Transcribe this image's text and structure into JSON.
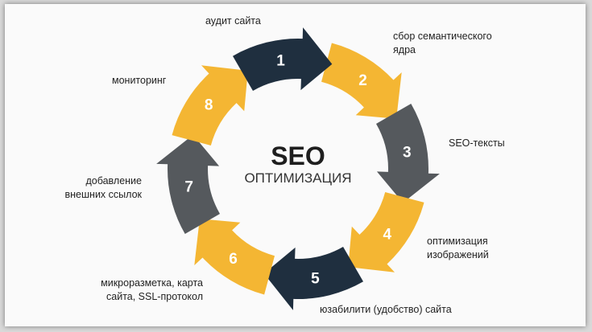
{
  "center": {
    "title": "SEO",
    "subtitle": "ОПТИМИЗАЦИЯ"
  },
  "steps": [
    {
      "num": "1",
      "label": "аудит сайта",
      "color": "#1f2f3f"
    },
    {
      "num": "2",
      "label": "сбор семантического ядра",
      "color": "#f4b633"
    },
    {
      "num": "3",
      "label": "SEO-тексты",
      "color": "#55595d"
    },
    {
      "num": "4",
      "label": "оптимизация изображений",
      "color": "#f4b633"
    },
    {
      "num": "5",
      "label": "юзабилити (удобство) сайта",
      "color": "#1f2f3f"
    },
    {
      "num": "6",
      "label": "микроразметка, карта сайта, SSL-протокол",
      "color": "#f4b633"
    },
    {
      "num": "7",
      "label": "добавление внешних ссылок",
      "color": "#55595d"
    },
    {
      "num": "8",
      "label": "мониторинг",
      "color": "#f4b633"
    }
  ],
  "labels": {
    "l2a": "сбор семантического",
    "l2b": "ядра",
    "l4a": "оптимизация",
    "l4b": "изображений",
    "l6a": "микроразметка, карта",
    "l6b": "сайта, SSL-протокол",
    "l7a": "добавление",
    "l7b": "внешних ссылок"
  }
}
